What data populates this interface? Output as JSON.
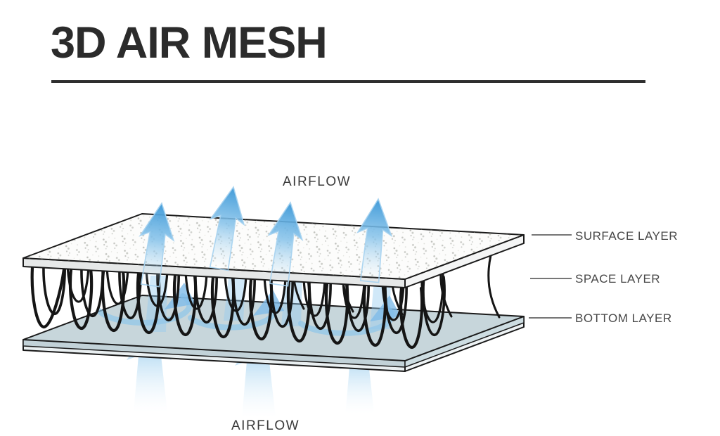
{
  "title": "3D AIR MESH",
  "diagram": {
    "airflow_top_label": "AIRFLOW",
    "airflow_bottom_label": "AIRFLOW",
    "layers": [
      {
        "label": "SURFACE LAYER"
      },
      {
        "label": "SPACE LAYER"
      },
      {
        "label": "BOTTOM LAYER"
      }
    ],
    "colors": {
      "title_text": "#2b2b2b",
      "label_text": "#474747",
      "outline": "#1a1a1a",
      "arrow_blue_strong": "#49a0da",
      "arrow_blue_light": "#cde7f7",
      "swirl_blue": "#8fc6ea",
      "bottom_slab_top": "#c7d6db",
      "bottom_slab_edge": "#e9eff1",
      "top_slab_edge": "#e8eaea",
      "coil_wire": "#151515"
    }
  }
}
